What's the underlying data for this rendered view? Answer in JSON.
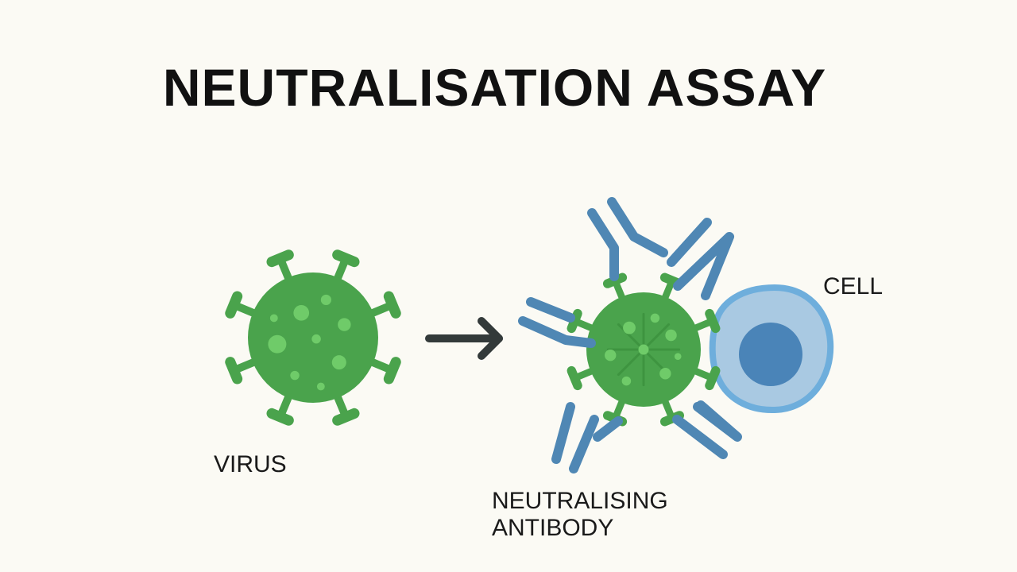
{
  "title": "NEUTRALISATION ASSAY",
  "labels": {
    "virus": "VIRUS",
    "antibody_line1": "NEUTRALISING",
    "antibody_line2": "ANTIBODY",
    "cell": "CELL"
  },
  "colors": {
    "virus": "#4aa34c",
    "virus_dots": "#6fcb69",
    "antibody": "#4f87b4",
    "cell_membrane": "#6eaedc",
    "cell_body": "#a9c9e2",
    "cell_nucleus": "#4a84b8",
    "arrow": "#333a3a",
    "background": "#fbfaf4"
  },
  "icons": [
    "virus-icon",
    "arrow-right-icon",
    "neutralised-virus-icon",
    "antibody-icon",
    "cell-icon"
  ]
}
